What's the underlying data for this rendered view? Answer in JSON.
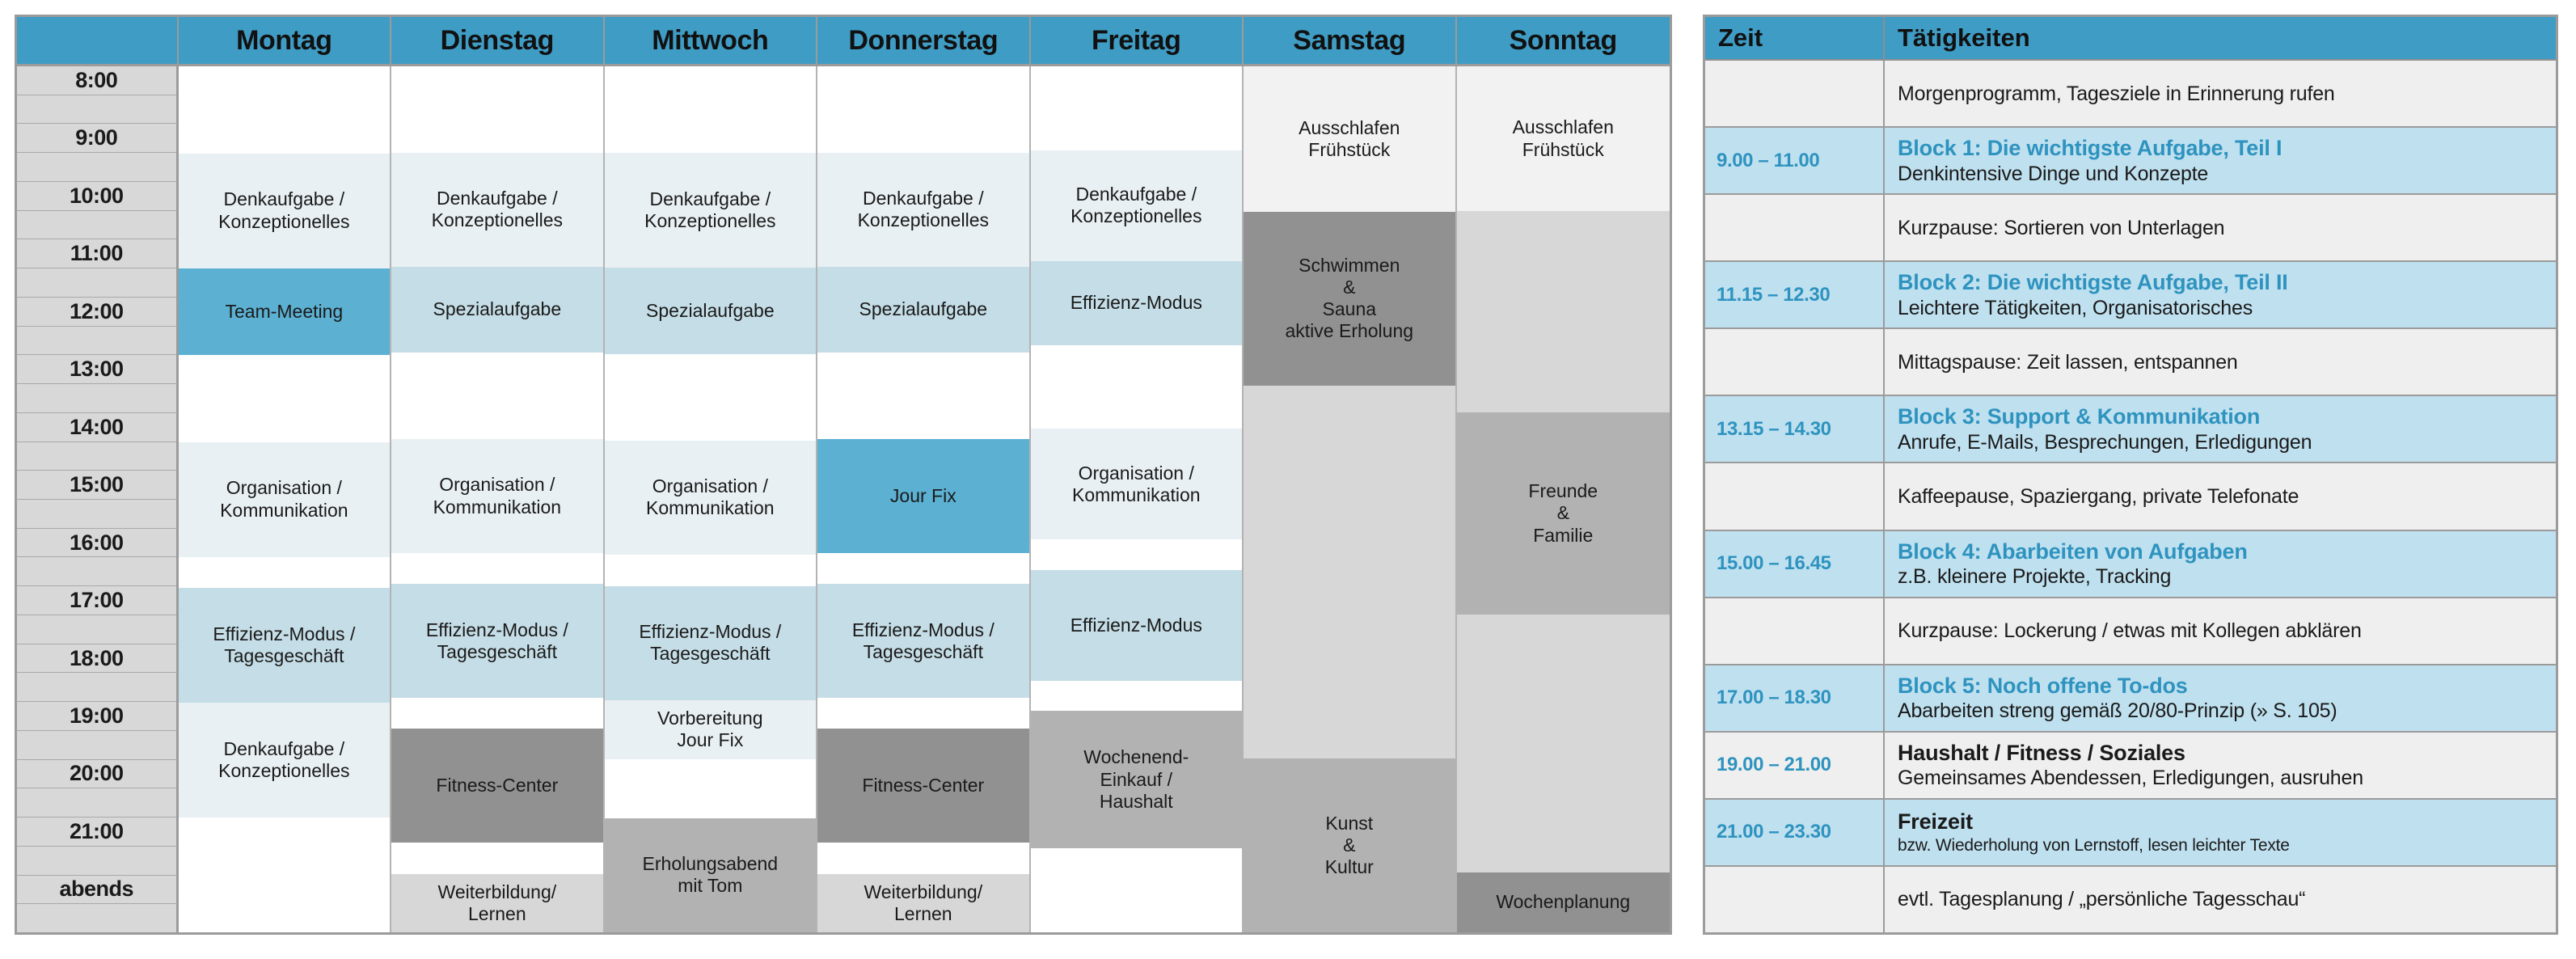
{
  "calendar": {
    "day_headers": [
      "Montag",
      "Dienstag",
      "Mittwoch",
      "Donnerstag",
      "Freitag",
      "Samstag",
      "Sonntag"
    ],
    "time_labels": [
      "8:00",
      "",
      "9:00",
      "",
      "10:00",
      "",
      "11:00",
      "",
      "12:00",
      "",
      "13:00",
      "",
      "14:00",
      "",
      "15:00",
      "",
      "16:00",
      "",
      "17:00",
      "",
      "18:00",
      "",
      "19:00",
      "",
      "20:00",
      "",
      "21:00",
      "",
      "abends",
      ""
    ],
    "columns": [
      {
        "day": "Montag",
        "events": [
          {
            "label": "",
            "style": "empty",
            "slots": 3
          },
          {
            "label": "Denkaufgabe /\nKonzeptionelles",
            "style": "pale",
            "slots": 4
          },
          {
            "label": "Team-Meeting",
            "style": "accent",
            "slots": 3
          },
          {
            "label": "",
            "style": "empty",
            "slots": 3
          },
          {
            "label": "Organisation /\nKommunikation",
            "style": "pale",
            "slots": 4
          },
          {
            "label": "",
            "style": "empty",
            "slots": 1
          },
          {
            "label": "Effizienz-Modus /\nTagesgeschäft",
            "style": "light",
            "slots": 4
          },
          {
            "label": "Denkaufgabe /\nKonzeptionelles",
            "style": "pale",
            "slots": 4
          },
          {
            "label": "",
            "style": "empty",
            "slots": 4
          }
        ]
      },
      {
        "day": "Dienstag",
        "events": [
          {
            "label": "",
            "style": "empty",
            "slots": 3
          },
          {
            "label": "Denkaufgabe /\nKonzeptionelles",
            "style": "pale",
            "slots": 4
          },
          {
            "label": "Spezialaufgabe",
            "style": "light",
            "slots": 3
          },
          {
            "label": "",
            "style": "empty",
            "slots": 3
          },
          {
            "label": "Organisation /\nKommunikation",
            "style": "pale",
            "slots": 4
          },
          {
            "label": "",
            "style": "empty",
            "slots": 1
          },
          {
            "label": "Effizienz-Modus /\nTagesgeschäft",
            "style": "light",
            "slots": 4
          },
          {
            "label": "",
            "style": "empty",
            "slots": 1
          },
          {
            "label": "Fitness-Center",
            "style": "graydark",
            "slots": 4
          },
          {
            "label": "",
            "style": "empty",
            "slots": 1
          },
          {
            "label": "Weiterbildung/\nLernen",
            "style": "graylite",
            "slots": 2
          }
        ]
      },
      {
        "day": "Mittwoch",
        "events": [
          {
            "label": "",
            "style": "empty",
            "slots": 3
          },
          {
            "label": "Denkaufgabe /\nKonzeptionelles",
            "style": "pale",
            "slots": 4
          },
          {
            "label": "Spezialaufgabe",
            "style": "light",
            "slots": 3
          },
          {
            "label": "",
            "style": "empty",
            "slots": 3
          },
          {
            "label": "Organisation /\nKommunikation",
            "style": "pale",
            "slots": 4
          },
          {
            "label": "",
            "style": "empty",
            "slots": 1
          },
          {
            "label": "Effizienz-Modus /\nTagesgeschäft",
            "style": "light",
            "slots": 4
          },
          {
            "label": "Vorbereitung\nJour Fix",
            "style": "pale",
            "slots": 2
          },
          {
            "label": "",
            "style": "empty",
            "slots": 2
          },
          {
            "label": "Erholungsabend\nmit Tom",
            "style": "graymid",
            "slots": 4
          }
        ]
      },
      {
        "day": "Donnerstag",
        "events": [
          {
            "label": "",
            "style": "empty",
            "slots": 3
          },
          {
            "label": "Denkaufgabe /\nKonzeptionelles",
            "style": "pale",
            "slots": 4
          },
          {
            "label": "Spezialaufgabe",
            "style": "light",
            "slots": 3
          },
          {
            "label": "",
            "style": "empty",
            "slots": 3
          },
          {
            "label": "Jour Fix",
            "style": "accent",
            "slots": 4
          },
          {
            "label": "",
            "style": "empty",
            "slots": 1
          },
          {
            "label": "Effizienz-Modus /\nTagesgeschäft",
            "style": "light",
            "slots": 4
          },
          {
            "label": "",
            "style": "empty",
            "slots": 1
          },
          {
            "label": "Fitness-Center",
            "style": "graydark",
            "slots": 4
          },
          {
            "label": "",
            "style": "empty",
            "slots": 1
          },
          {
            "label": "Weiterbildung/\nLernen",
            "style": "graylite",
            "slots": 2
          }
        ]
      },
      {
        "day": "Freitag",
        "events": [
          {
            "label": "",
            "style": "empty",
            "slots": 3
          },
          {
            "label": "Denkaufgabe /\nKonzeptionelles",
            "style": "pale",
            "slots": 4
          },
          {
            "label": "Effizienz-Modus",
            "style": "light",
            "slots": 3
          },
          {
            "label": "",
            "style": "empty",
            "slots": 3
          },
          {
            "label": "Organisation /\nKommunikation",
            "style": "pale",
            "slots": 4
          },
          {
            "label": "",
            "style": "empty",
            "slots": 1
          },
          {
            "label": "Effizienz-Modus",
            "style": "light",
            "slots": 4
          },
          {
            "label": "",
            "style": "empty",
            "slots": 1
          },
          {
            "label": "Wochenend-\nEinkauf /\nHaushalt",
            "style": "graymid",
            "slots": 5
          },
          {
            "label": "",
            "style": "empty",
            "slots": 3
          }
        ]
      },
      {
        "day": "Samstag",
        "events": [
          {
            "label": "Ausschlafen\nFrühstück",
            "style": "white2",
            "slots": 5
          },
          {
            "label": "Schwimmen\n&\nSauna\naktive Erholung",
            "style": "graydark",
            "slots": 6
          },
          {
            "label": "",
            "style": "graylite",
            "slots": 13
          },
          {
            "label": "Kunst\n&\nKultur",
            "style": "graymid",
            "slots": 6
          }
        ]
      },
      {
        "day": "Sonntag",
        "events": [
          {
            "label": "Ausschlafen\nFrühstück",
            "style": "white2",
            "slots": 5
          },
          {
            "label": "",
            "style": "graylite",
            "slots": 7
          },
          {
            "label": "Freunde\n&\nFamilie",
            "style": "graymid",
            "slots": 7
          },
          {
            "label": "",
            "style": "graylite",
            "slots": 9
          },
          {
            "label": "Wochenplanung",
            "style": "graydark",
            "slots": 2
          }
        ]
      }
    ]
  },
  "plan": {
    "headers": {
      "time": "Zeit",
      "activity": "Tätigkeiten"
    },
    "rows": [
      {
        "time": "",
        "title": "",
        "subtitle": "",
        "single": "Morgenprogramm, Tagesziele in Erinnerung rufen",
        "style": "r-grey",
        "title_dark": false
      },
      {
        "time": "9.00 – 11.00",
        "title": "Block 1: Die wichtigste Aufgabe, Teil I",
        "subtitle": "Denkintensive Dinge und Konzepte",
        "single": "",
        "style": "r-blue",
        "title_dark": false
      },
      {
        "time": "",
        "title": "",
        "subtitle": "",
        "single": "Kurzpause: Sortieren von Unterlagen",
        "style": "r-grey",
        "title_dark": false
      },
      {
        "time": "11.15 – 12.30",
        "title": "Block 2: Die wichtigste Aufgabe, Teil II",
        "subtitle": "Leichtere Tätigkeiten, Organisatorisches",
        "single": "",
        "style": "r-blue",
        "title_dark": false
      },
      {
        "time": "",
        "title": "",
        "subtitle": "",
        "single": "Mittagspause: Zeit lassen, entspannen",
        "style": "r-grey",
        "title_dark": false
      },
      {
        "time": "13.15 – 14.30",
        "title": "Block 3: Support & Kommunikation",
        "subtitle": "Anrufe, E-Mails, Besprechungen, Erledigungen",
        "single": "",
        "style": "r-blue",
        "title_dark": false
      },
      {
        "time": "",
        "title": "",
        "subtitle": "",
        "single": "Kaffeepause, Spaziergang, private Telefonate",
        "style": "r-grey",
        "title_dark": false
      },
      {
        "time": "15.00 – 16.45",
        "title": "Block 4: Abarbeiten von Aufgaben",
        "subtitle": "z.B. kleinere Projekte, Tracking",
        "single": "",
        "style": "r-blue",
        "title_dark": false
      },
      {
        "time": "",
        "title": "",
        "subtitle": "",
        "single": "Kurzpause: Lockerung / etwas mit Kollegen abklären",
        "style": "r-grey",
        "title_dark": false
      },
      {
        "time": "17.00 – 18.30",
        "title": "Block 5: Noch offene To-dos",
        "subtitle": "Abarbeiten streng gemäß 20/80-Prinzip (» S. 105)",
        "single": "",
        "style": "r-blue",
        "title_dark": false
      },
      {
        "time": "19.00 – 21.00",
        "title": "Haushalt / Fitness / Soziales",
        "subtitle": "Gemeinsames Abendessen, Erledigungen, ausruhen",
        "single": "",
        "style": "r-grey",
        "title_dark": true
      },
      {
        "time": "21.00 – 23.30",
        "title": "Freizeit",
        "subtitle": "bzw. Wiederholung von Lernstoff, lesen leichter Texte",
        "single": "",
        "style": "r-blue",
        "title_dark": true,
        "sub_small": true
      },
      {
        "time": "",
        "title": "",
        "subtitle": "",
        "single": "evtl. Tagesplanung / „persönliche Tagesschau“",
        "style": "r-grey",
        "title_dark": false
      }
    ]
  },
  "colors": {
    "accent": "#3f9cc4",
    "accent_cell": "#5cb0d2",
    "light_blue": "#c5dde6",
    "pale_blue": "#e9f0f3",
    "row_blue": "#bfe0ef",
    "row_grey": "#efefef",
    "gray_dark": "#919191",
    "gray_mid": "#b2b2b2",
    "gray_light": "#d7d7d7",
    "time_gutter": "#d8d8d8",
    "border": "#9b9b9b"
  }
}
